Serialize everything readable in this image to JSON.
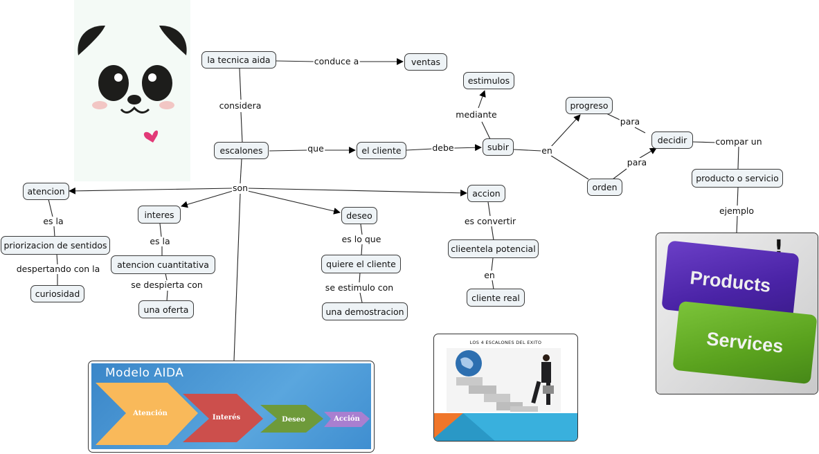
{
  "concept_map": {
    "nodes": {
      "la_tecnica_aida": "la tecnica aida",
      "ventas": "ventas",
      "escalones": "escalones",
      "el_cliente": "el cliente",
      "subir": "subir",
      "estimulos": "estimulos",
      "progreso": "progreso",
      "orden": "orden",
      "decidir": "decidir",
      "producto_o_servicio": "producto o servicio",
      "atencion": "atencion",
      "priorizacion_de_sentidos": "priorizacion de sentidos",
      "curiosidad": "curiosidad",
      "interes": "interes",
      "atencion_cuantitativa": "atencion  cuantitativa",
      "una_oferta": "una oferta",
      "deseo": "deseo",
      "quiere_el_cliente": "quiere el cliente",
      "una_demostracion": "una demostracion",
      "accion": "accion",
      "clieentela_potencial": "clieentela potencial",
      "cliente_real": "cliente real"
    },
    "links": {
      "conduce_a": "conduce a",
      "considera": "considera",
      "que": "que",
      "debe": "debe",
      "mediante": "mediante",
      "en_subir": "en",
      "para_progreso": "para",
      "para_orden": "para",
      "compar_un": "compar un",
      "ejemplo": "ejemplo",
      "son": "son",
      "es_la_atencion": "es la",
      "despertando_con_la": "despertando  con la",
      "es_la_interes": "es la",
      "se_despierta_con": "se despierta con",
      "es_lo_que": "es lo que",
      "se_estimulo_con": "se estimulo con",
      "es_convertir": "es convertir",
      "en_clientela": "en"
    }
  },
  "images": {
    "panda": {
      "icon": "panda-face-icon"
    },
    "modelo_aida": {
      "title": "Modelo AIDA",
      "steps": [
        "Atención",
        "Interés",
        "Deseo",
        "Acción"
      ],
      "colors": [
        "#f9b95a",
        "#cc4f4c",
        "#6e9a3a",
        "#a97fd0"
      ]
    },
    "escalones_exito": {
      "title": "LOS 4 ESCALONES DEL EXITO"
    },
    "products_services": {
      "key1": "Products",
      "key2": "Services",
      "colors": [
        "#4b25a8",
        "#5aa21e"
      ]
    }
  }
}
